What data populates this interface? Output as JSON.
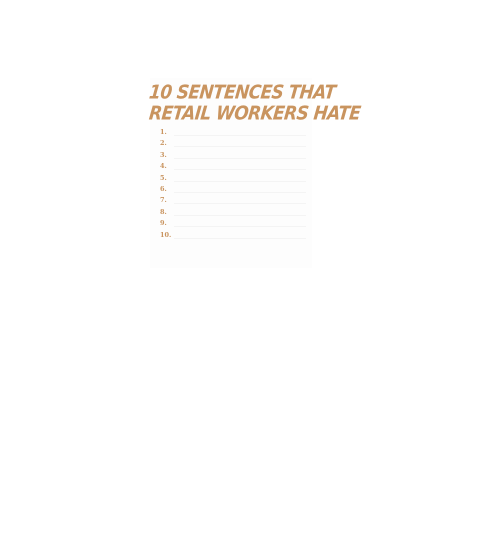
{
  "colors": {
    "accent": "#c9945f"
  },
  "poster": {
    "title_line_1": "10 SENTENCES THAT",
    "title_line_2": "RETAIL WORKERS HATE",
    "items": [
      {
        "number": "1."
      },
      {
        "number": "2."
      },
      {
        "number": "3."
      },
      {
        "number": "4."
      },
      {
        "number": "5."
      },
      {
        "number": "6."
      },
      {
        "number": "7."
      },
      {
        "number": "8."
      },
      {
        "number": "9."
      },
      {
        "number": "10."
      }
    ]
  }
}
